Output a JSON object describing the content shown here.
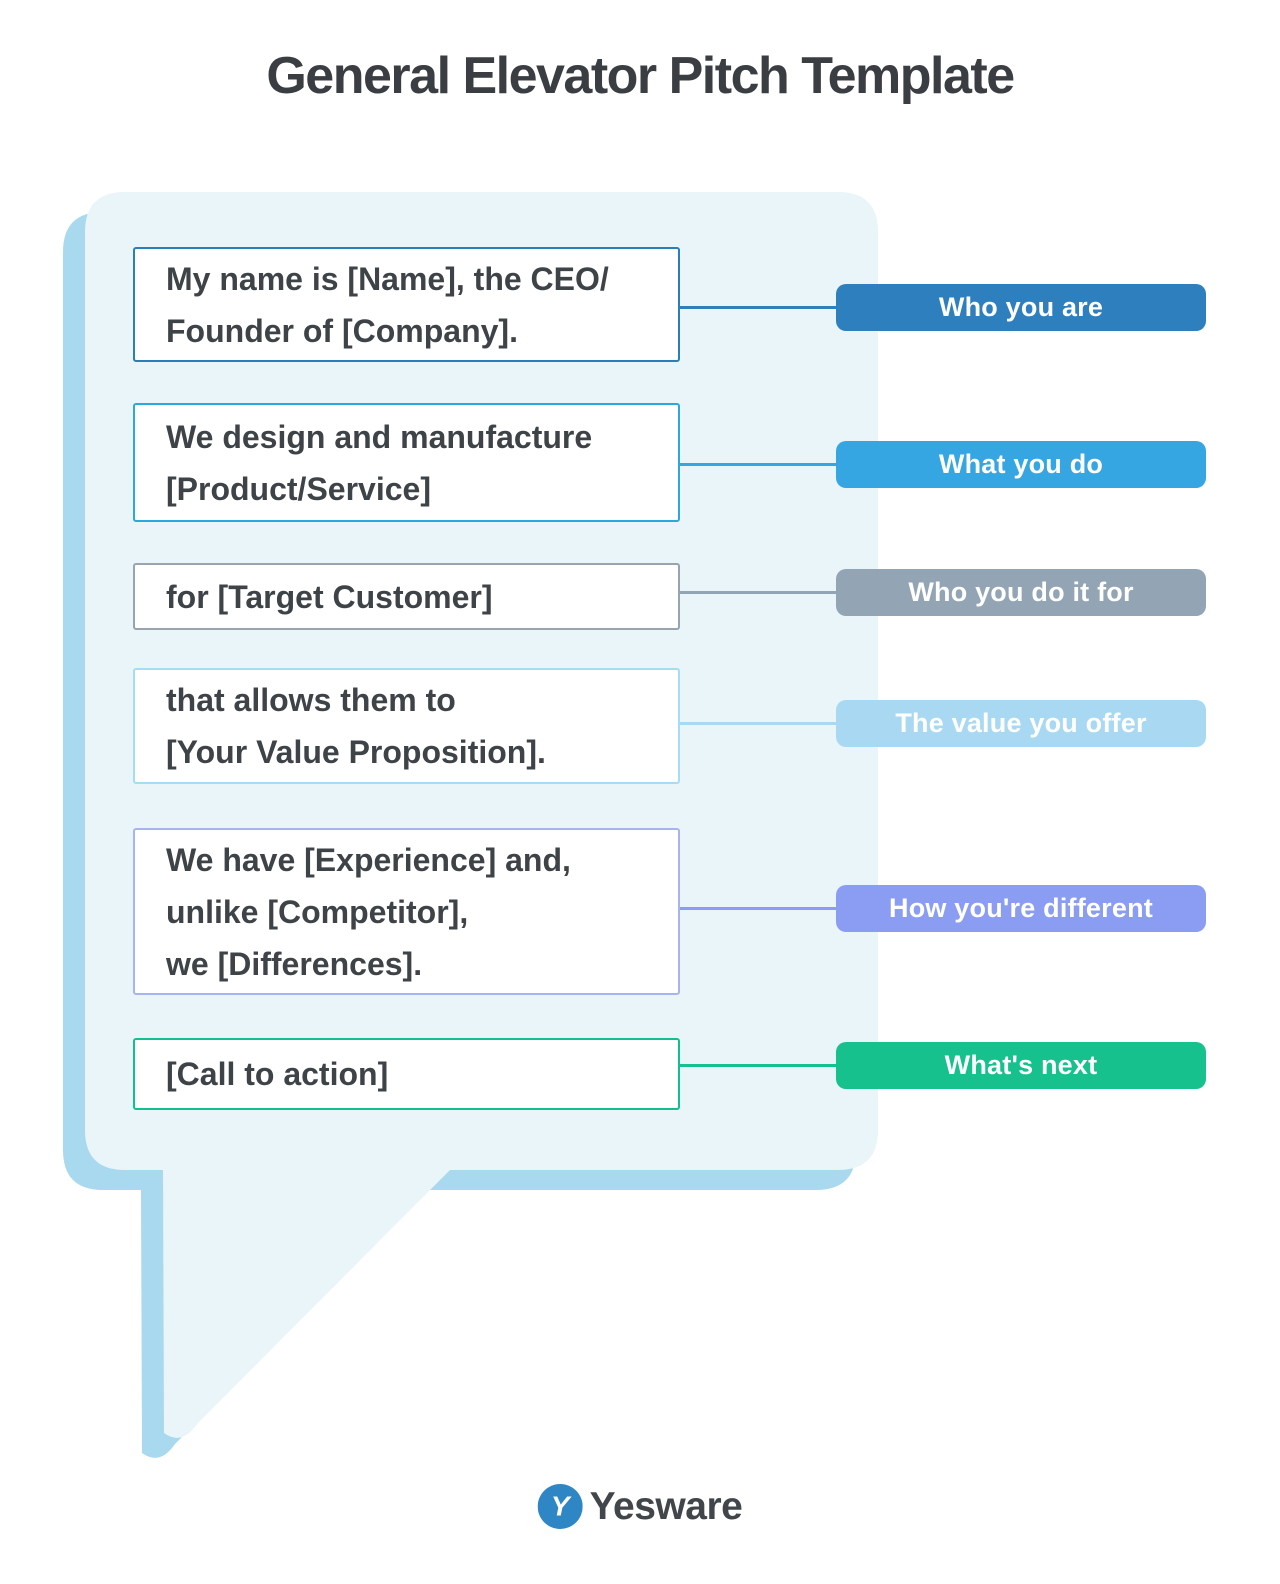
{
  "title": "General Elevator Pitch Template",
  "title_color": "#3a3d42",
  "bubble": {
    "front_color": "#e9f5f9",
    "back_color": "#a8d9ef"
  },
  "rows": [
    {
      "lines": [
        "My name is [Name], the CEO/",
        "Founder of [Company]."
      ],
      "label": "Who you are",
      "label_color": "#2d7fbe",
      "border_color": "#2980b9"
    },
    {
      "lines": [
        "We design and manufacture",
        "[Product/Service]"
      ],
      "label": "What you do",
      "label_color": "#36a6e2",
      "border_color": "#29a9e0"
    },
    {
      "lines": [
        "for [Target Customer]"
      ],
      "label": "Who you do it for",
      "label_color": "#93a4b4",
      "border_color": "#98a4ae"
    },
    {
      "lines": [
        "that allows them to",
        "[Your Value Proposition]."
      ],
      "label": "The value you offer",
      "label_color": "#a9d9f2",
      "border_color": "#a5ddf2"
    },
    {
      "lines": [
        "We have [Experience] and,",
        "unlike [Competitor],",
        "we [Differences]."
      ],
      "label": "How you're different",
      "label_color": "#8b9df2",
      "border_color": "#a9b3f2"
    },
    {
      "lines": [
        "[Call to action]"
      ],
      "label": "What's next",
      "label_color": "#17c18e",
      "border_color": "#12bf8e"
    }
  ],
  "brand": {
    "name": "Yesware",
    "mark_letter": "Y",
    "mark_color": "#2e86c4",
    "text_color": "#41464b"
  }
}
